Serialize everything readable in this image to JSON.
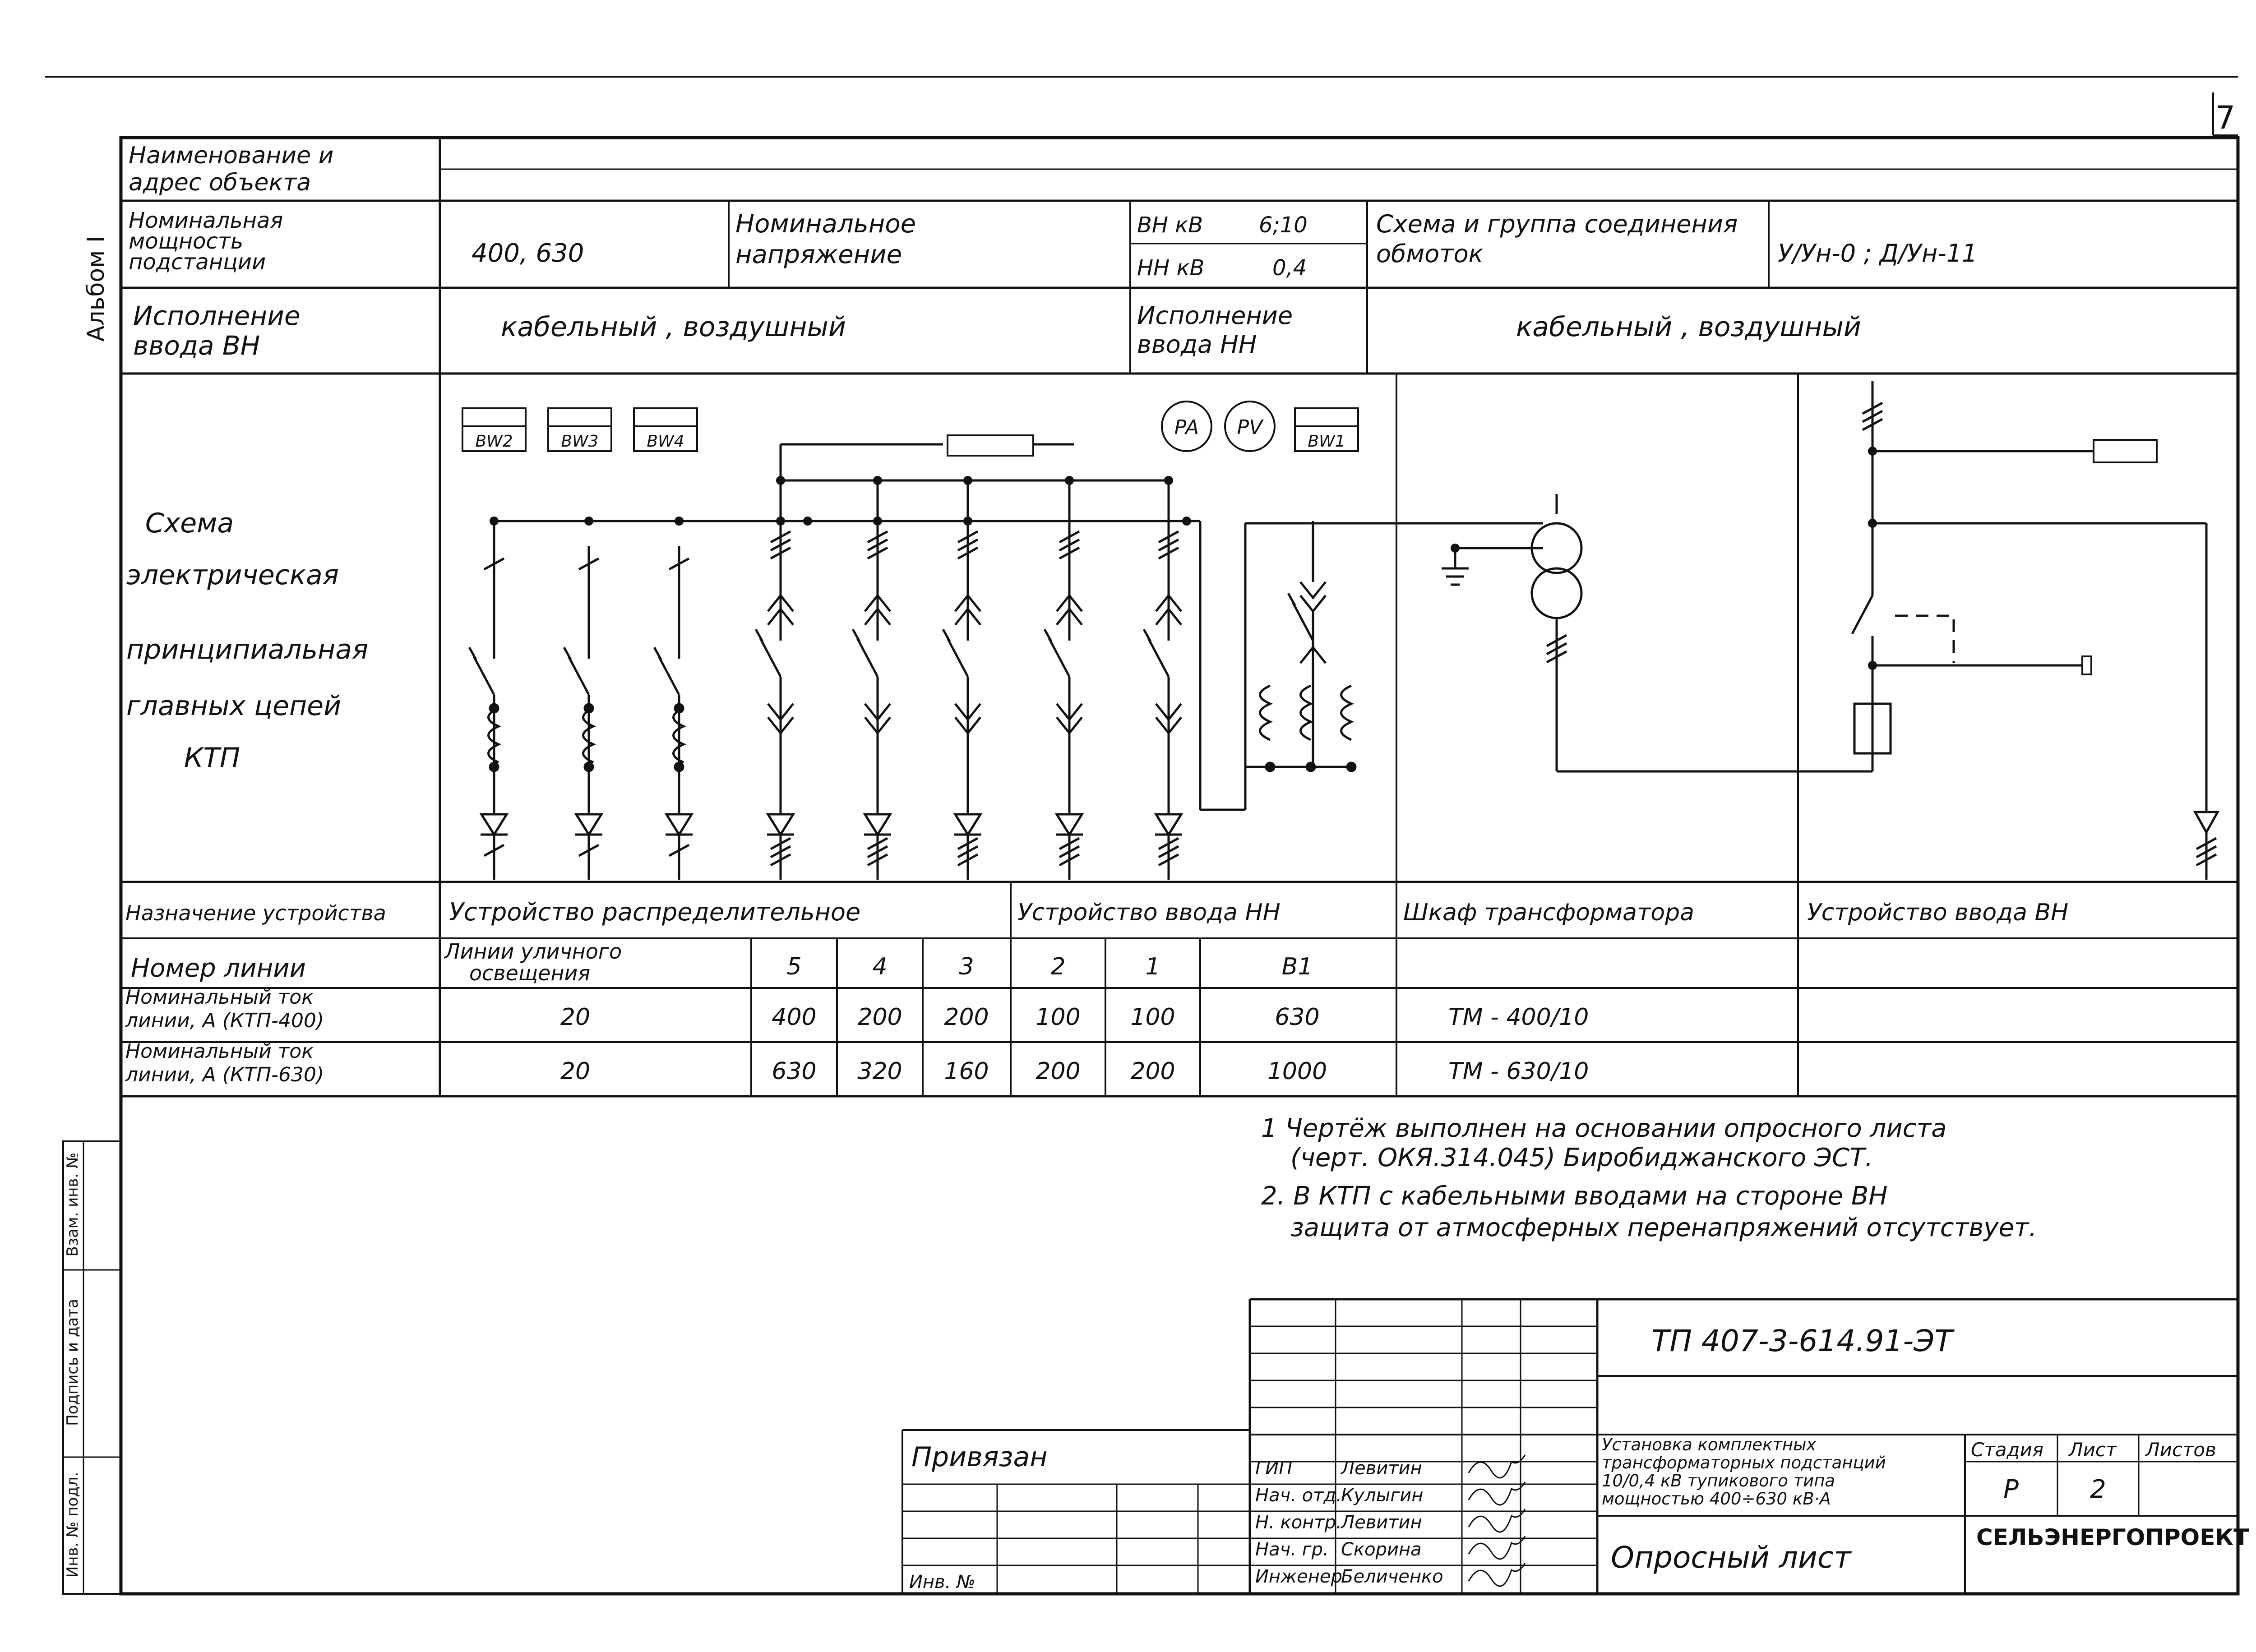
{
  "page_number": "7",
  "album_label": "Альбом I",
  "header": {
    "object_name_label": "Наименование и адрес объекта",
    "power_label": "Номинальная мощность подстанции",
    "power_value": "400, 630",
    "voltage_label": "Номинальное напряжение",
    "vn_label": "ВН кВ",
    "vn_value": "6;10",
    "nn_label": "НН кВ",
    "nn_value": "0,4",
    "winding_label": "Схема и группа соединения обмоток",
    "winding_value": "У/Ун-0 ; Д/Ун-11",
    "vn_input_label": "Исполнение ввода ВН",
    "vn_input_value": "кабельный , воздушный",
    "nn_input_label": "Исполнение ввода НН",
    "nn_input_value": "кабельный , воздушный"
  },
  "scheme": {
    "title_lines": [
      "Схема",
      "электрическая",
      "принципиальная",
      "главных цепей",
      "КТП"
    ],
    "meters_left": [
      "BW2",
      "BW3",
      "BW4"
    ],
    "meters_right": [
      "PA",
      "PV",
      "BW1"
    ]
  },
  "table": {
    "purpose_label": "Назначение устройства",
    "sections": [
      "Устройство распределительное",
      "Устройство ввода НН",
      "Шкаф трансформатора",
      "Устройство ввода ВН"
    ],
    "line_number_label": "Номер линии",
    "street_lighting": "Линии уличного освещения",
    "line_numbers": [
      "5",
      "4",
      "3",
      "2",
      "1",
      "В1"
    ],
    "rows": [
      {
        "label": "Номинальный ток линии, А (КТП-400)",
        "street": "20",
        "values": [
          "400",
          "200",
          "200",
          "100",
          "100",
          "630"
        ],
        "transformer": "ТМ - 400/10"
      },
      {
        "label": "Номинальный ток линии, А (КТП-630)",
        "street": "20",
        "values": [
          "630",
          "320",
          "160",
          "200",
          "200",
          "1000"
        ],
        "transformer": "ТМ - 630/10"
      }
    ]
  },
  "notes": [
    "1 Чертёж выполнен на основании опросного листа (черт. ОКЯ.314.045) Биробиджанского ЭСТ.",
    "2. В КТП с кабельными вводами на стороне ВН защита от атмосферных перенапряжений отсутствует."
  ],
  "side_stamp": [
    "Инв. № подл.",
    "Подпись и дата",
    "Взам. инв. №"
  ],
  "title_block": {
    "doc_code": "ТП 407-3-614.91-ЭТ",
    "privyazan": "Привязан",
    "inv_label": "Инв. №",
    "roles": [
      "ГИП",
      "Нач. отд.",
      "Н. контр.",
      "Нач. гр.",
      "Инженер"
    ],
    "names": [
      "Левитин",
      "Кулыгин",
      "Левитин",
      "Скорина",
      "Беличенко"
    ],
    "description": "Установка комплектных трансформаторных подстанций 10/0,4 кВ тупикового типа мощностью 400÷630 кВ·А",
    "stage_label": "Стадия",
    "sheet_label": "Лист",
    "sheets_label": "Листов",
    "stage_value": "Р",
    "sheet_value": "2",
    "sheet_name": "Опросный лист",
    "org": "СЕЛЬЭНЕРГОПРОЕКТ"
  }
}
